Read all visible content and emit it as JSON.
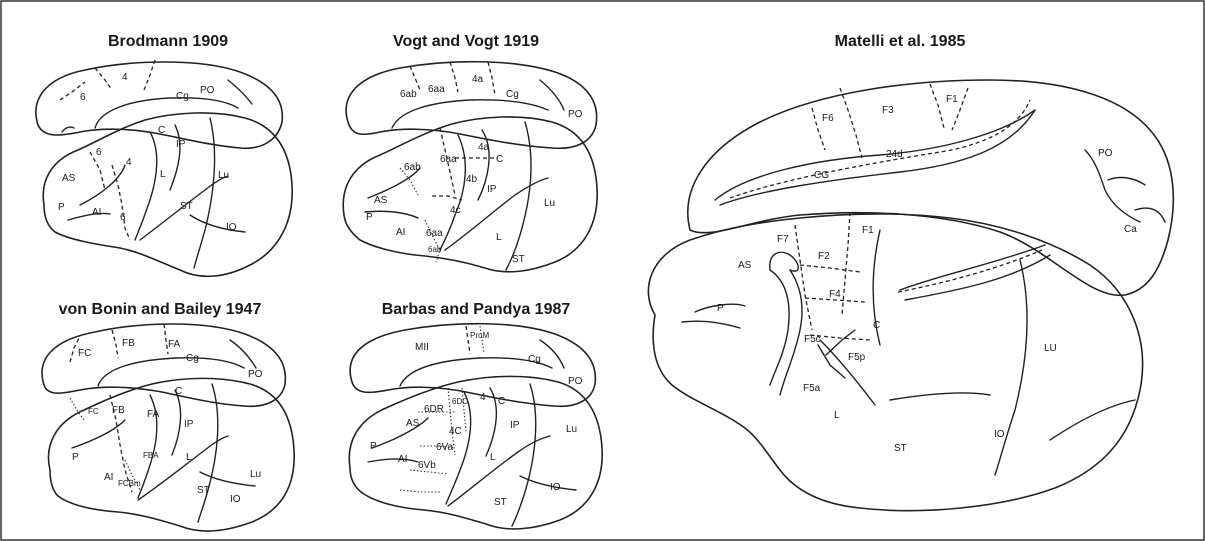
{
  "panels": {
    "brodmann": {
      "title": "Brodmann 1909",
      "labels": [
        "4",
        "6",
        "Cg",
        "PO",
        "C",
        "6",
        "4",
        "IP",
        "AS",
        "L",
        "Lu",
        "P",
        "AI",
        "6",
        "ST",
        "IO"
      ]
    },
    "vogt": {
      "title": "Vogt and Vogt 1919",
      "labels": [
        "6aa",
        "4a",
        "6ab",
        "Cg",
        "PO",
        "4a",
        "6aa",
        "C",
        "6ab",
        "4b",
        "AS",
        "IP",
        "Lu",
        "4c",
        "P",
        "AI",
        "6aa",
        "6ab",
        "L",
        "ST"
      ]
    },
    "matelli": {
      "title": "Matelli et al. 1985",
      "labels": [
        "F6",
        "F3",
        "F1",
        "24d",
        "CG",
        "PO",
        "Ca",
        "F7",
        "F1",
        "AS",
        "F2",
        "F4",
        "P",
        "C",
        "F5c",
        "F5p",
        "F5a",
        "LU",
        "L",
        "IO",
        "ST"
      ]
    },
    "bonin": {
      "title": "von Bonin and Bailey 1947",
      "labels": [
        "FC",
        "FB",
        "FA",
        "Cg",
        "PO",
        "FC",
        "FB",
        "FA",
        "C",
        "IP",
        "P",
        "FBA",
        "L",
        "AI",
        "FCBm",
        "Lu",
        "ST",
        "IO"
      ]
    },
    "barbas": {
      "title": "Barbas and Pandya 1987",
      "labels": [
        "MII",
        "ProM",
        "Cg",
        "PO",
        "6DC",
        "4",
        "C",
        "6DR",
        "AS",
        "IP",
        "Lu",
        "4C",
        "P",
        "6Va",
        "AI",
        "6Vb",
        "L",
        "IO",
        "ST"
      ]
    }
  }
}
